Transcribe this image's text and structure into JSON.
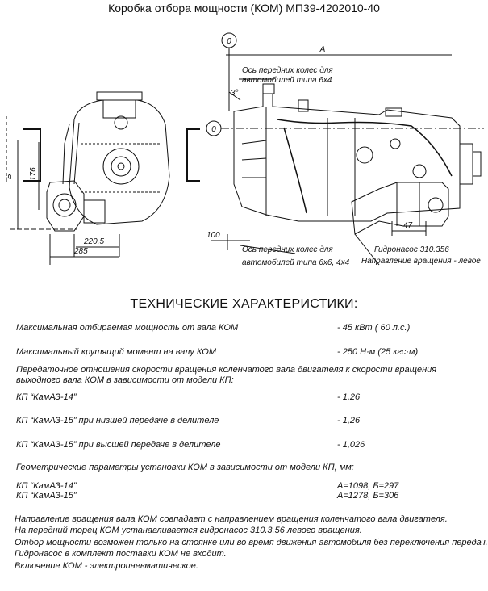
{
  "title": "Коробка отбора мощности (КОМ) МП39-4202010-40",
  "drawing": {
    "labels": {
      "zero_top": "0",
      "zero_left": "0",
      "dim_a": "A",
      "dim_b": "Б",
      "dim_176": "176",
      "dim_2205": "220,5",
      "dim_285": "285",
      "dim_100": "100",
      "dim_47": "47",
      "angle": "3°",
      "axle_6x4_line1": "Ось передних колес для",
      "axle_6x4_line2": "автомобилей типа 6х4",
      "axle_6x6_line1": "Ось передних колес для",
      "axle_6x6_line2": "автомобилей типа 6х6, 4х4",
      "pump_line1": "Гидронасос 310.356",
      "pump_line2": "Направление вращения - левое"
    }
  },
  "section_title": "ТЕХНИЧЕСКИЕ ХАРАКТЕРИСТИКИ:",
  "specs": {
    "max_power_label": "Максимальная отбираемая мощность от вала КОМ",
    "max_power_value": "- 45 кВт ( 60 л.с.)",
    "max_torque_label": "Максимальный крутящий момент на валу КОМ",
    "max_torque_value": "- 250 Н·м (25 кгс·м)",
    "ratio_intro_line1": "Передаточное отношения скорости вращения коленчатого вала двигателя к скорости вращения",
    "ratio_intro_line2": "выходного вала КОМ в зависимости от модели КП:",
    "kp14_label": "КП “КамАЗ-14”",
    "kp14_value": "- 1,26",
    "kp15_low_label": "КП “КамАЗ-15” при низшей передаче в делителе",
    "kp15_low_value": "- 1,26",
    "kp15_high_label": "КП “КамАЗ-15” при  высшей передаче в делителе",
    "kp15_high_value": "- 1,026",
    "geom_intro": "Геометрические параметры установки КОМ в зависимости от модели КП, мм:",
    "geom_kp14_label": "КП “КамАЗ-14”",
    "geom_kp14_value": "A=1098,  Б=297",
    "geom_kp15_label": "КП “КамАЗ-15”",
    "geom_kp15_value": "A=1278,  Б=306"
  },
  "notes": [
    "Направление вращения вала  КОМ  совпадает с направлением вращения коленчатого вала двигателя.",
    "На передний торец  КОМ  устанавливается гидронасос 310.3.56 левого вращения.",
    "Отбор мощности возможен только на стоянке или во время движения автомобиля без переключения передач.",
    "Гидронасос в комплект поставки  КОМ  не входит.",
    "Включение КОМ - электропневматическое."
  ]
}
